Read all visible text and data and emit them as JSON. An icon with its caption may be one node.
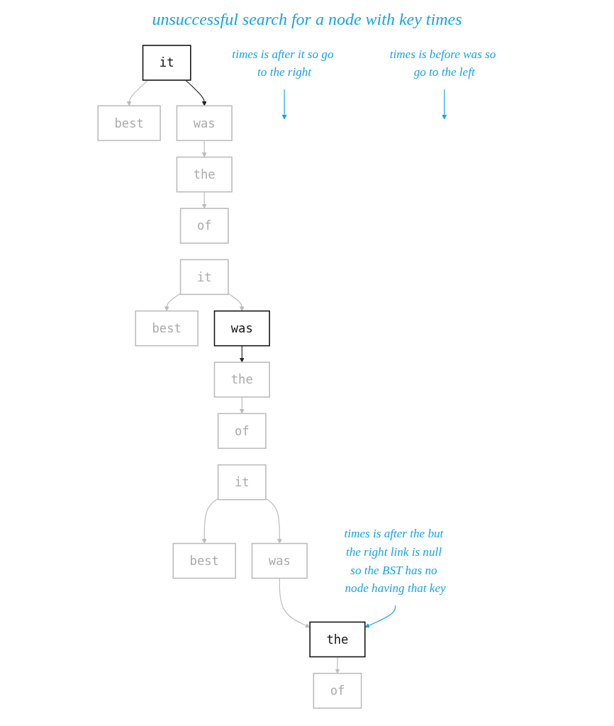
{
  "diagram": {
    "title": "unsuccessful search for a node with key times",
    "nodes": [
      {
        "text": [
          "it"
        ]
      },
      {
        "text": [
          "times is after it so go to the right"
        ]
      },
      {
        "text": [
          "best"
        ]
      },
      {
        "text": [
          "was"
        ]
      },
      {
        "text": [
          "the"
        ]
      },
      {
        "text": [
          "of"
        ]
      },
      {
        "text": [
          "it"
        ]
      },
      {
        "text": [
          "best"
        ]
      },
      {
        "text": [
          "was"
        ]
      },
      {
        "text": [
          "times is before was so go to the left"
        ]
      },
      {
        "text": [
          "the"
        ]
      },
      {
        "text": [
          "of"
        ]
      },
      {
        "text": [
          "it"
        ]
      },
      {
        "text": [
          "best"
        ]
      },
      {
        "text": [
          "was"
        ]
      },
      {
        "text": [
          "the"
        ]
      },
      {
        "text": [
          "times is after the but the right link is null so the BST has no node having that key"
        ]
      },
      {
        "text": [
          "of"
        ]
      }
    ],
    "edges": [
      {
        "from": 0,
        "to": 2,
        "arrow": "to"
      },
      {
        "from": 0,
        "to": 3,
        "arrow": "to",
        "color": "#222222"
      },
      {
        "from": 3,
        "to": 4,
        "arrow": "to"
      },
      {
        "from": 4,
        "to": 5,
        "arrow": "to"
      },
      {
        "from": 1,
        "to": null,
        "arrow": "to",
        "color": "#1aa3e0"
      },
      {
        "from": 6,
        "to": 7,
        "arrow": "to"
      },
      {
        "from": 6,
        "to": 8,
        "arrow": "to"
      },
      {
        "from": 8,
        "to": 10,
        "arrow": "to",
        "color": "#222222"
      },
      {
        "from": 10,
        "to": 11,
        "arrow": "to"
      },
      {
        "from": 9,
        "to": null,
        "arrow": "to",
        "color": "#1aa3e0"
      },
      {
        "from": 12,
        "to": 13,
        "arrow": "to"
      },
      {
        "from": 12,
        "to": 14,
        "arrow": "to"
      },
      {
        "from": 14,
        "to": 15,
        "arrow": "to"
      },
      {
        "from": 15,
        "to": 17,
        "arrow": "to"
      },
      {
        "from": 16,
        "to": 15,
        "arrow": "to",
        "color": "#1aa3e0"
      }
    ]
  }
}
